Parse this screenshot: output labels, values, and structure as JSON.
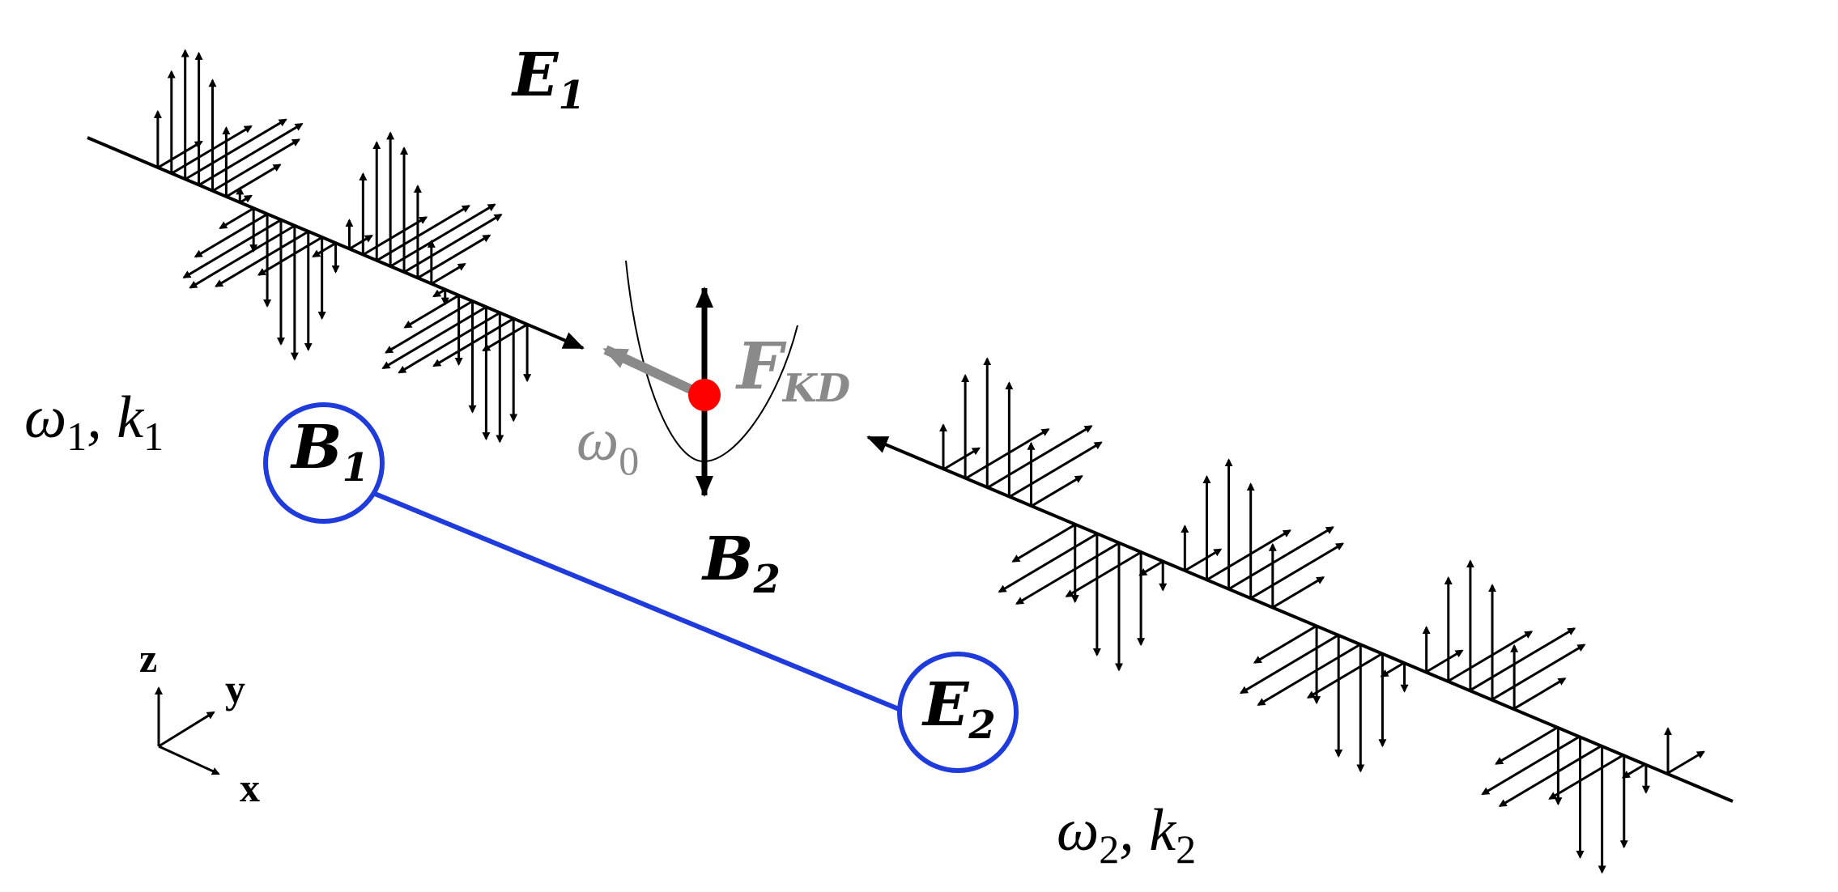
{
  "labels": {
    "e1": "E",
    "e1_sub": "1",
    "b1": "B",
    "b1_sub": "1",
    "b2": "B",
    "b2_sub": "2",
    "e2": "E",
    "e2_sub": "2",
    "fkd": "F",
    "fkd_sub": "KD",
    "omega0": "ω",
    "omega0_sub": "0",
    "wave1": "ω",
    "wave1_sub": "1",
    "wave1_k": ", k",
    "wave1_k_sub": "1",
    "wave2": "ω",
    "wave2_sub": "2",
    "wave2_k": ", k",
    "wave2_k_sub": "2"
  },
  "axes": {
    "z": "z",
    "y": "y",
    "x": "x"
  },
  "colors": {
    "ink": "#000000",
    "highlight": "#1f3bdc",
    "particle": "#ff0000",
    "force": "#8a8a8a"
  }
}
